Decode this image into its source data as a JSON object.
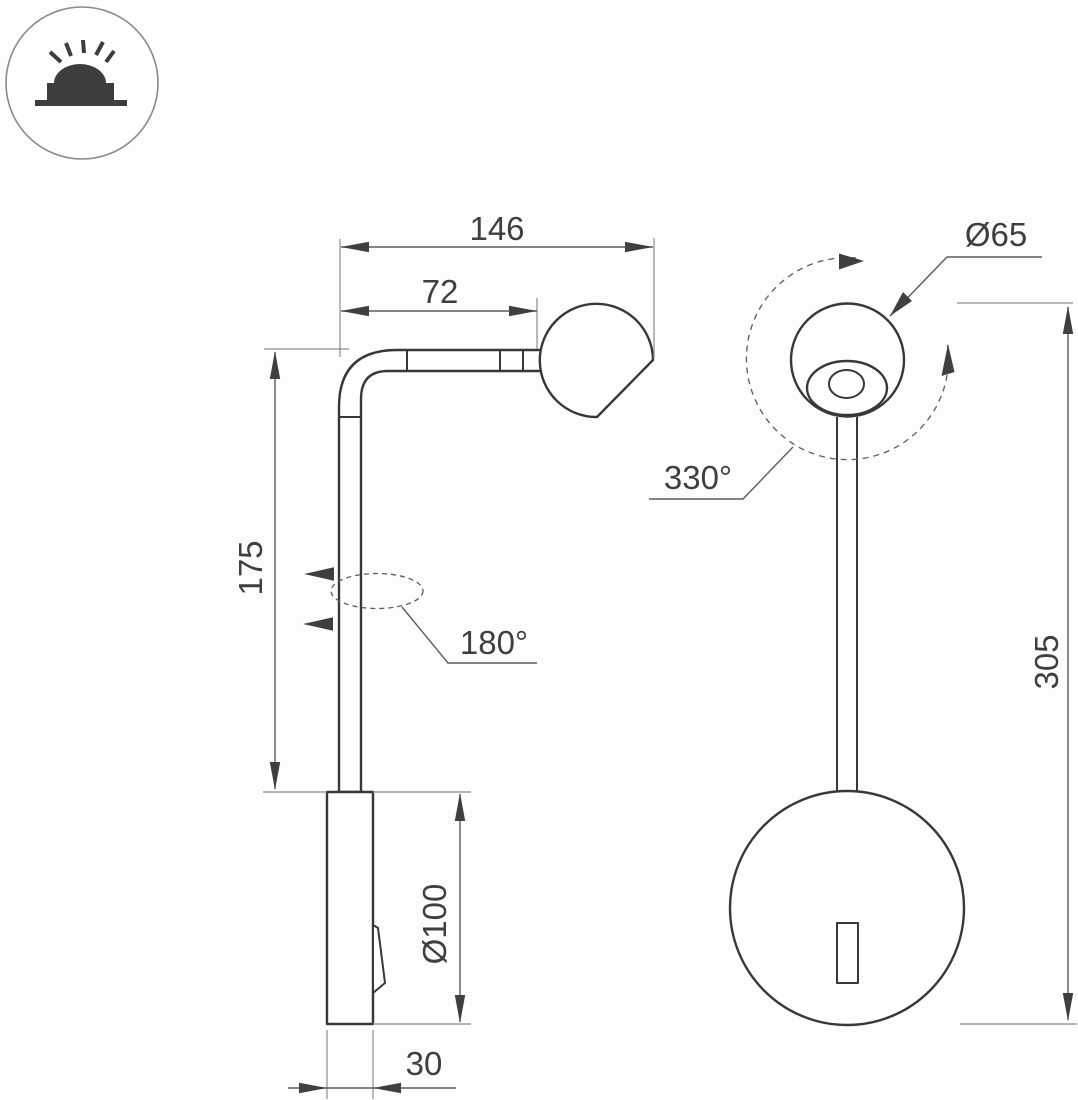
{
  "page": {
    "kind": "technical-dimension-drawing",
    "subject": "wall-mounted-reading-lamp"
  },
  "legend_icon": {
    "name": "surface-mounted-light-icon"
  },
  "annotations": {
    "overall_width": "146",
    "arm_length": "72",
    "stem_height": "175",
    "base_diameter": "Ø100",
    "base_depth": "30",
    "stem_swivel_angle": "180°",
    "head_diameter": "Ø65",
    "head_swivel_angle": "330°",
    "overall_height": "305"
  },
  "colors": {
    "background": "#fdfdfd",
    "object_line": "#383838",
    "dimension_line": "#5c5c5c",
    "extension_line": "#8d8d8d",
    "text": "#3f3f3f"
  }
}
